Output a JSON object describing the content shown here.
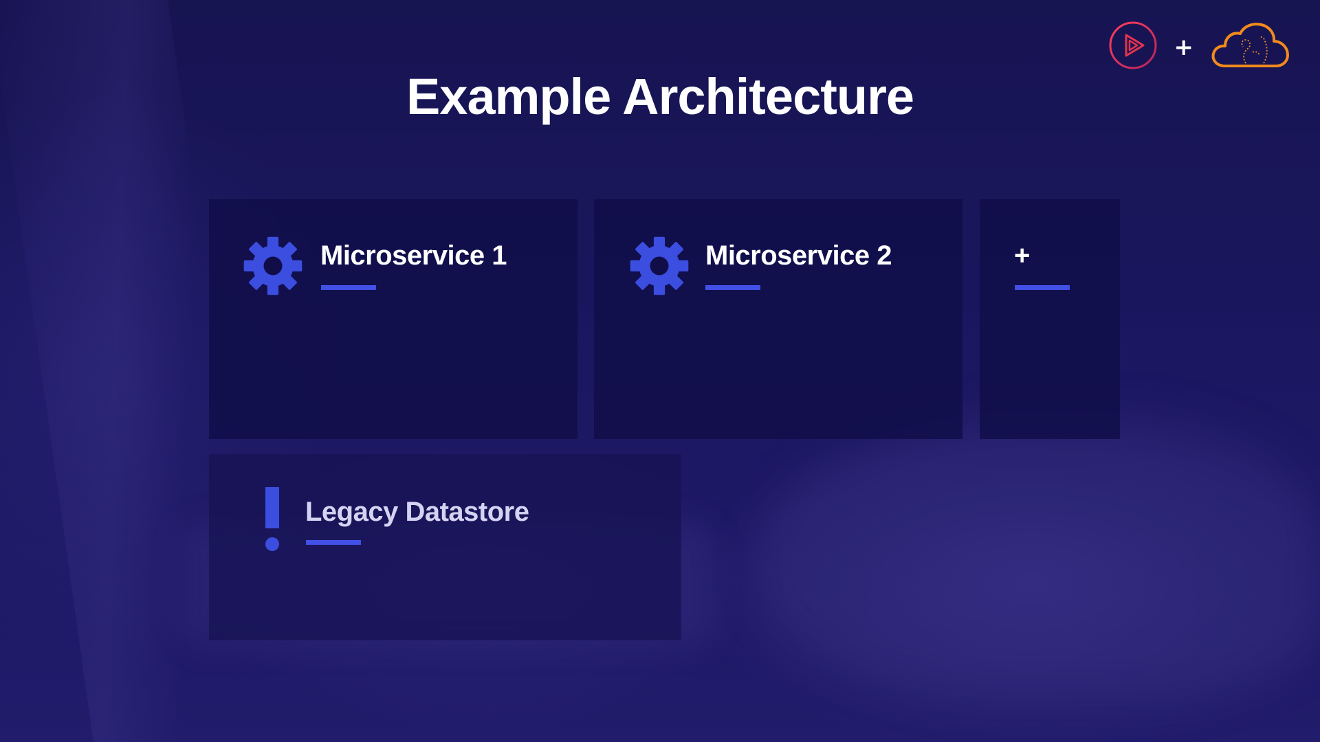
{
  "slide": {
    "title": "Example Architecture"
  },
  "header": {
    "separator": "+",
    "logos": [
      "pluralsight-play-logo-icon",
      "cloud-logo-icon"
    ]
  },
  "components": {
    "microservice_1": {
      "label": "Microservice 1",
      "icon": "gear-icon"
    },
    "microservice_2": {
      "label": "Microservice 2",
      "icon": "gear-icon"
    },
    "more": {
      "label": "+"
    },
    "legacy_datastore": {
      "label": "Legacy Datastore",
      "icon": "exclamation-icon"
    }
  },
  "colors": {
    "background": "#1b1761",
    "box": "#100d48",
    "accent": "#4250e6",
    "title_text": "#ffffff",
    "logo_red": "#e4344c",
    "logo_orange": "#f28b1b"
  }
}
